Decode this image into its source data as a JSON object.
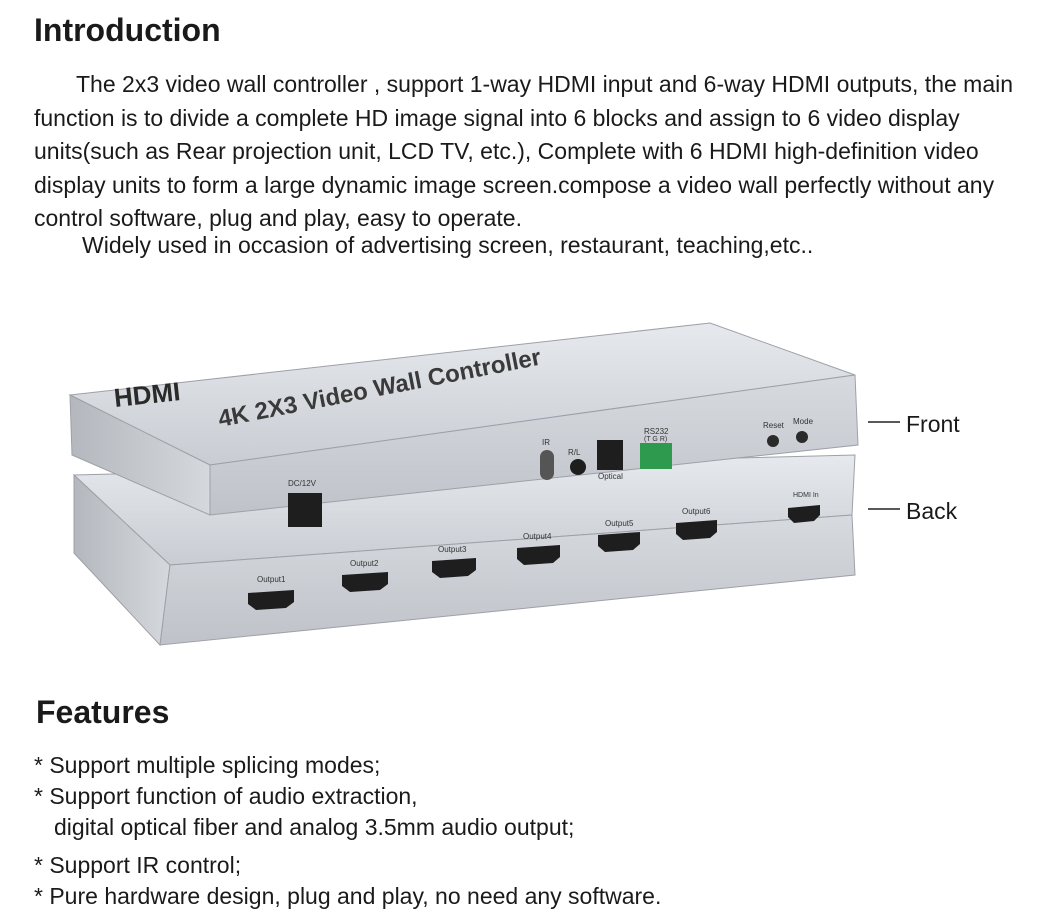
{
  "intro": {
    "title": "Introduction",
    "paragraph1": "The 2x3 video wall controller , support 1-way HDMI input and 6-way HDMI outputs, the main function is to divide a complete HD image signal into 6 blocks and assign to 6 video display units(such as Rear projection unit, LCD TV, etc.), Complete with 6 HDMI high-definition video display units to form a large dynamic image screen.compose a video wall perfectly without any control software, plug and play, easy to operate.",
    "paragraph2": "Widely used in occasion of advertising screen, restaurant, teaching,etc.."
  },
  "device": {
    "brand": "HDMI",
    "model": "4K 2X3 Video Wall Controller",
    "front": {
      "ports": [
        "IR",
        "R/L",
        "Optical",
        "RS232",
        "(T G R)",
        "Reset",
        "Mode"
      ]
    },
    "back": {
      "power": "DC/12V",
      "input": "HDMI In",
      "outputs": [
        "Output1",
        "Output2",
        "Output3",
        "Output4",
        "Output5",
        "Output6"
      ]
    },
    "callouts": {
      "front": "Front",
      "back": "Back"
    }
  },
  "features": {
    "title": "Features",
    "items": [
      "* Support multiple splicing modes;",
      "* Support function of audio extraction,",
      "digital optical fiber and analog 3.5mm audio output;",
      "* Support IR control;",
      "* Pure hardware design, plug and play, no need any software."
    ]
  }
}
